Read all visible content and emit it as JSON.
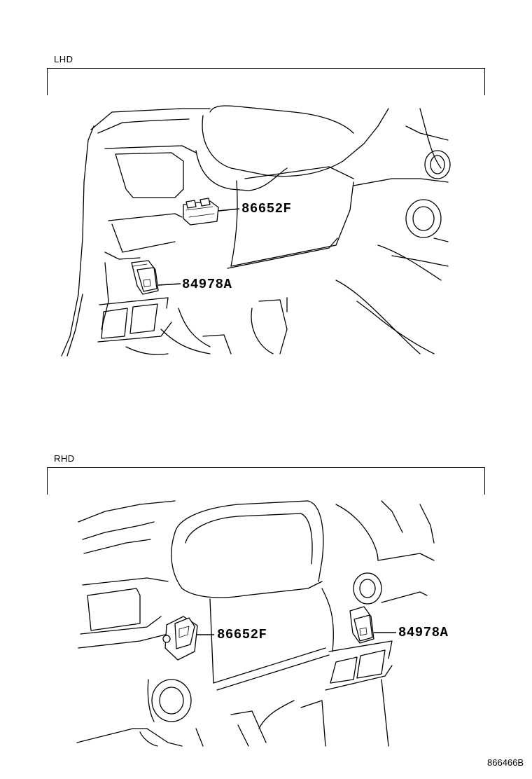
{
  "lhd": {
    "label": "LHD",
    "parts": {
      "upper": "86652F",
      "lower": "84978A"
    }
  },
  "rhd": {
    "label": "RHD",
    "parts": {
      "left": "86652F",
      "right": "84978A"
    }
  },
  "figure_id": "866466B"
}
